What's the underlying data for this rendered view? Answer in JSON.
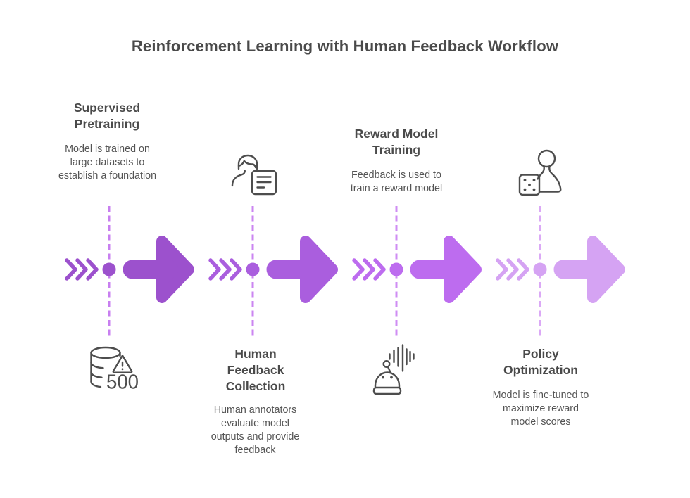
{
  "title": "Reinforcement Learning with Human Feedback Workflow",
  "steps": [
    {
      "name": "Supervised Pretraining",
      "description": "Model is trained on large datasets to establish a foundation",
      "icon": "database-error-icon",
      "icon_text": "500",
      "colors": {
        "main": "#9c51cd",
        "dash": "#c87ff0"
      }
    },
    {
      "name": "Human Feedback Collection",
      "description": "Human annotators evaluate model outputs and provide feedback",
      "icon": "annotator-form-icon",
      "colors": {
        "main": "#aa5ede",
        "dash": "#cb85f1"
      }
    },
    {
      "name": "Reward Model Training",
      "description": "Feedback is used to train a reward model",
      "icon": "robot-voice-icon",
      "colors": {
        "main": "#bd6cef",
        "dash": "#cf8df3"
      }
    },
    {
      "name": "Policy Optimization",
      "description": "Model is fine-tuned to maximize reward model scores",
      "icon": "pawn-die-icon",
      "colors": {
        "main": "#d5a3f3",
        "dash": "#dba9f6"
      }
    }
  ]
}
